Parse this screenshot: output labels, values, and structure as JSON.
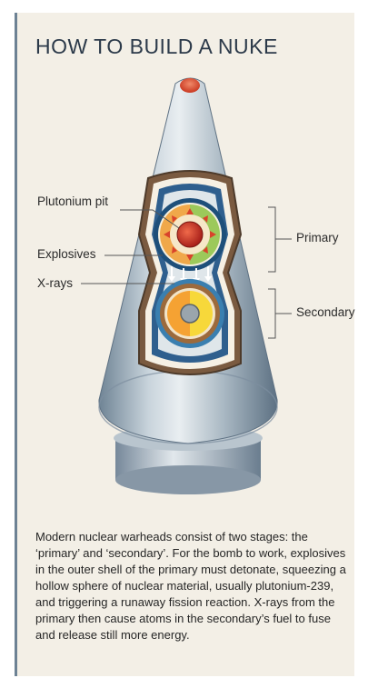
{
  "title": "HOW TO BUILD A NUKE",
  "labels": {
    "plutonium_pit": "Plutonium pit",
    "explosives": "Explosives",
    "xrays": "X-rays",
    "primary": "Primary",
    "secondary": "Secondary"
  },
  "caption": "Modern nuclear warheads consist of two stages: the ‘primary’ and ‘secondary’. For the bomb to work, explosives in the outer shell of the primary must detonate, squeezing a hollow sphere of nuclear material, usually plutonium-239, and triggering a runaway fission reaction. X-rays from the primary then cause atoms in the secondary’s fuel to fuse and release still more energy.",
  "colors": {
    "border": "#6d8294",
    "title": "#2c3a4a",
    "background": "#f3efe6",
    "tip": "#d9432b"
  }
}
